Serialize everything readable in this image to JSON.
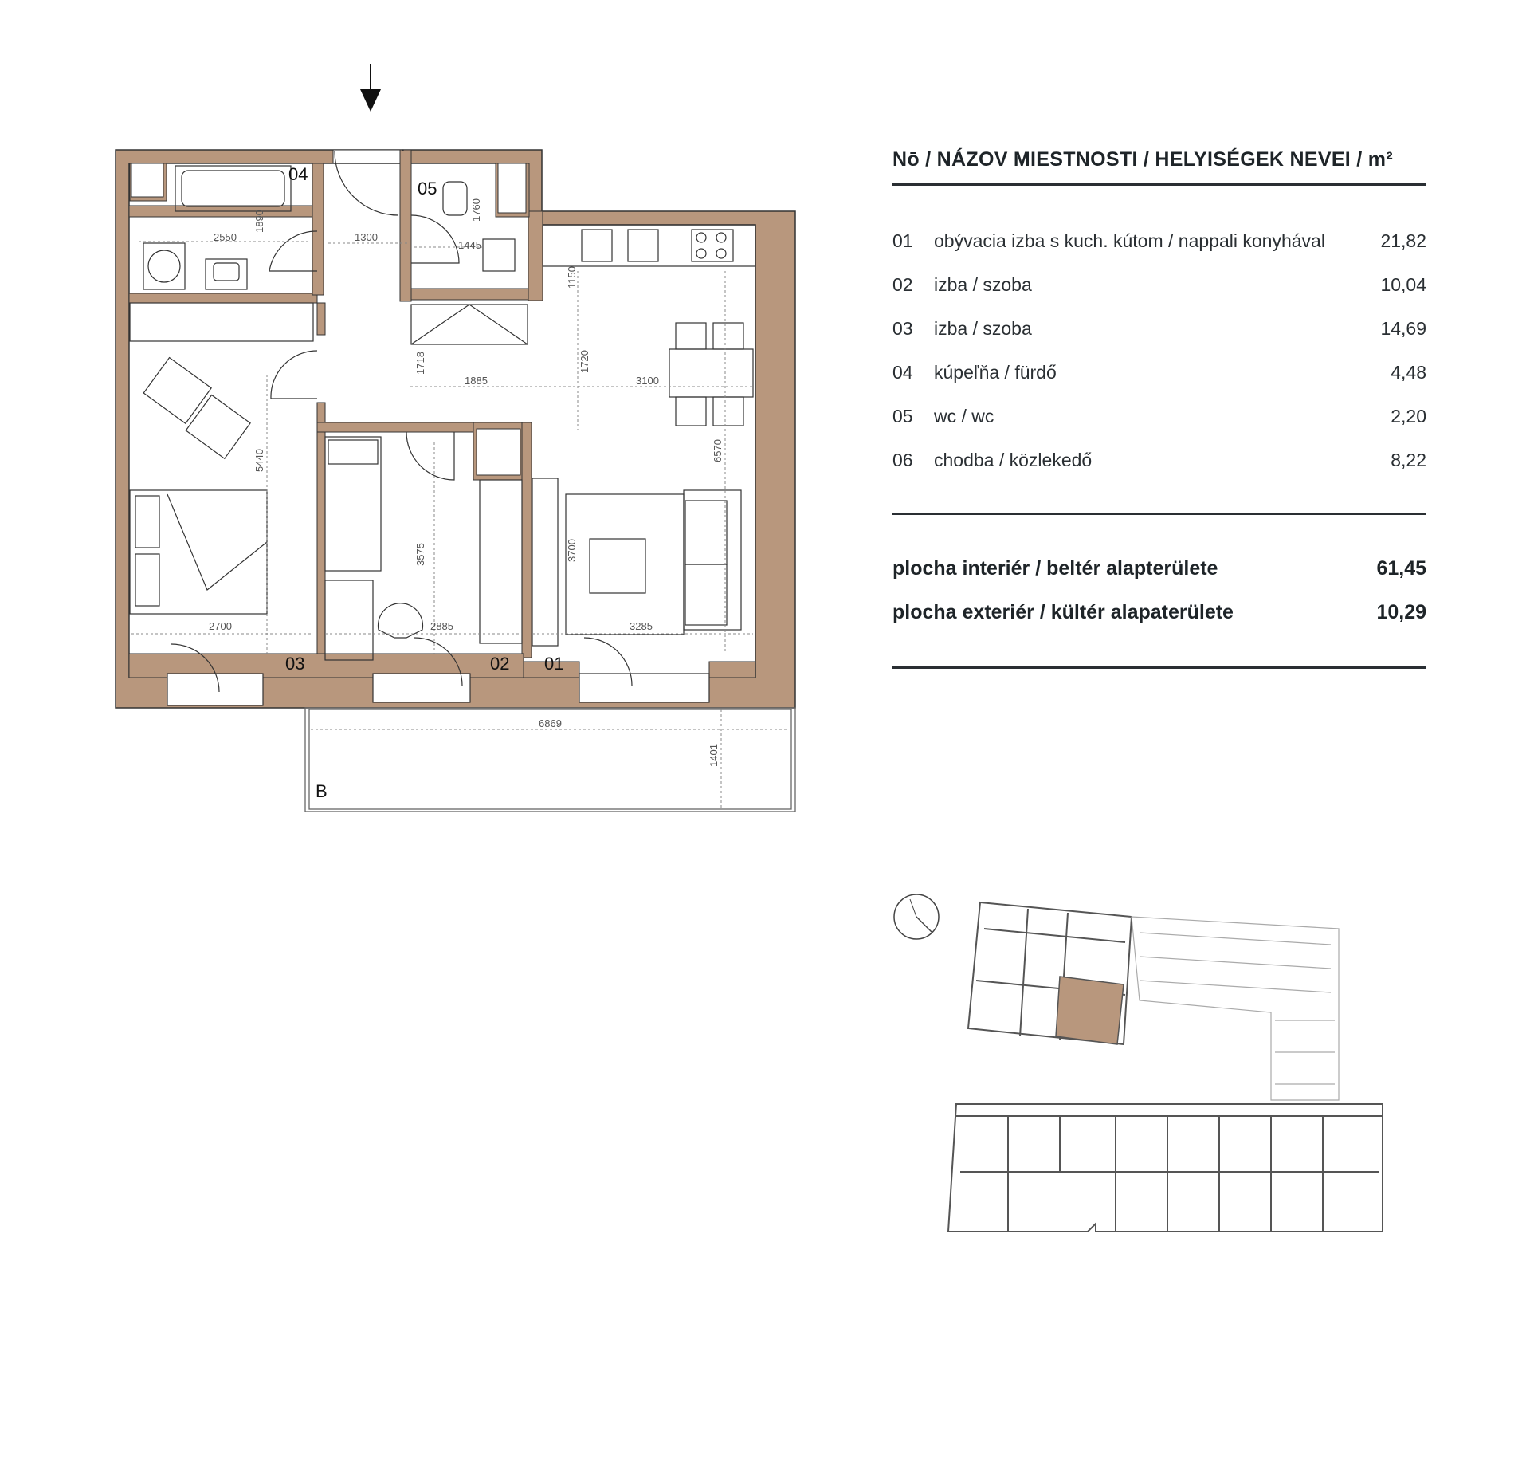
{
  "legend": {
    "title": "Nō / NÁZOV MIESTNOSTI / HELYISÉGEK NEVEI / m²",
    "rooms": [
      {
        "no": "01",
        "name": "obývacia izba s kuch. kútom / nappali konyhával",
        "area": "21,82"
      },
      {
        "no": "02",
        "name": "izba / szoba",
        "area": "10,04"
      },
      {
        "no": "03",
        "name": "izba / szoba",
        "area": "14,69"
      },
      {
        "no": "04",
        "name": "kúpeľňa / fürdő",
        "area": "4,48"
      },
      {
        "no": "05",
        "name": "wc / wc",
        "area": "2,20"
      },
      {
        "no": "06",
        "name": "chodba / közlekedő",
        "area": "8,22"
      }
    ],
    "totals": [
      {
        "name": "plocha interiér / beltér alapterülete",
        "area": "61,45"
      },
      {
        "name": "plocha exteriér / kültér alapaterülete",
        "area": "10,29"
      }
    ]
  },
  "plan": {
    "room_labels": {
      "r01": "01",
      "r02": "02",
      "r03": "03",
      "r04": "04",
      "r05": "05",
      "balcony": "B"
    },
    "dimensions": {
      "d2550": "2550",
      "d1890": "1890",
      "d1300": "1300",
      "d1445": "1445",
      "d1760": "1760",
      "d1150": "1150",
      "d1718": "1718",
      "d1885": "1885",
      "d1720": "1720",
      "d3100": "3100",
      "d5440": "5440",
      "d6570": "6570",
      "d3575": "3575",
      "d3700": "3700",
      "d2700": "2700",
      "d2885": "2885",
      "d3285": "3285",
      "d6869": "6869",
      "d1401": "1401"
    }
  },
  "colors": {
    "wall": "#b8977d",
    "outline": "#3a3a3a",
    "highlight": "#b8977d"
  }
}
